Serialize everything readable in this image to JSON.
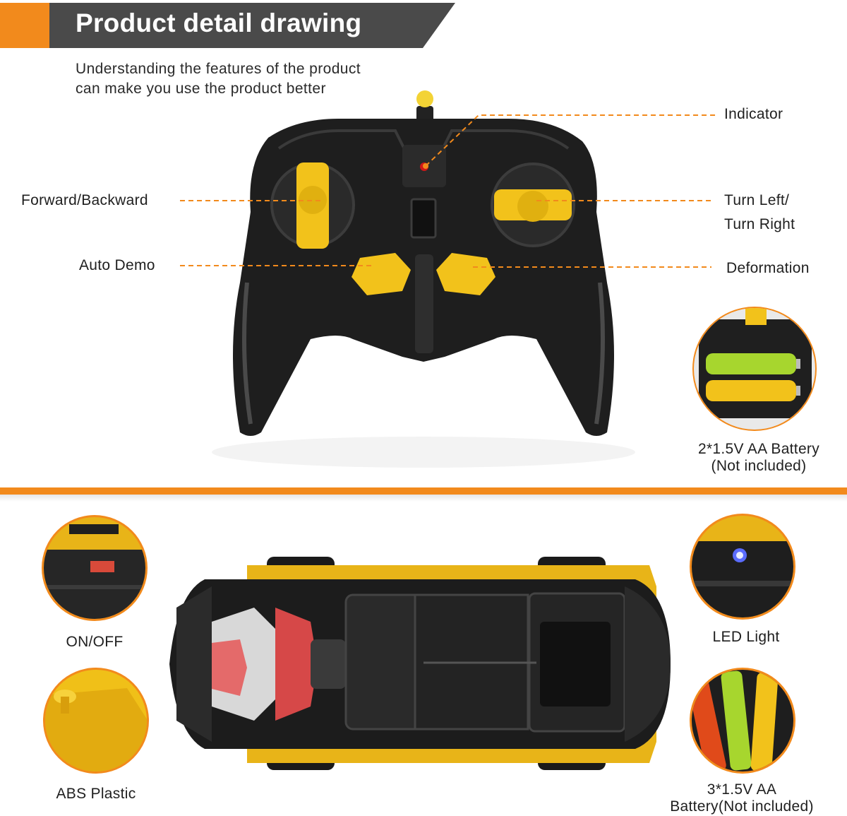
{
  "header": {
    "title": "Product detail drawing",
    "subtitle_line1": "Understanding the features of the product",
    "subtitle_line2": "can make you use the product better"
  },
  "controller_labels": {
    "indicator": "Indicator",
    "forward_backward": "Forward/Backward",
    "turn_left": "Turn Left/",
    "turn_right": "Turn Right",
    "auto_demo": "Auto Demo",
    "deformation": "Deformation",
    "battery_line1": "2*1.5V AA Battery",
    "battery_line2": "(Not included)"
  },
  "car_labels": {
    "on_off": "ON/OFF",
    "abs_plastic": "ABS Plastic",
    "led_light": "LED Light",
    "battery_line1": "3*1.5V AA",
    "battery_line2": "Battery(Not included)"
  },
  "colors": {
    "accent_orange": "#f28a1c",
    "header_gray": "#4a4a4a",
    "controller_black": "#1e1e1e",
    "toy_yellow": "#f2c21b"
  }
}
